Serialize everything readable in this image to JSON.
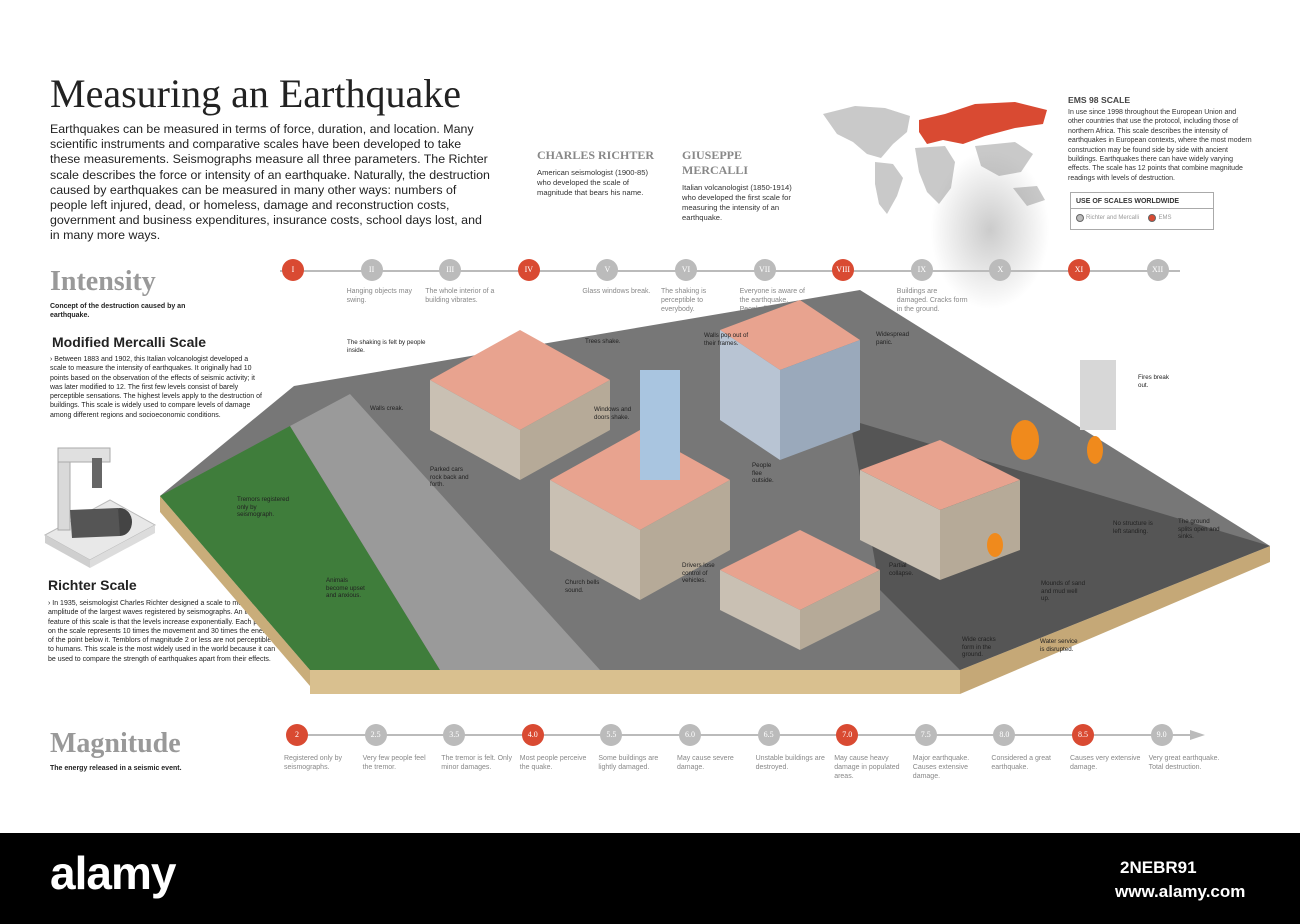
{
  "header": {
    "title": "Measuring an Earthquake",
    "intro": "Earthquakes can be measured in terms of force, duration, and location. Many scientific instruments and comparative scales have been developed to take these measurements. Seismographs measure all three parameters. The Richter scale describes the force or intensity of an earthquake. Naturally, the destruction caused by earthquakes can be measured in many other ways: numbers of people left injured, dead, or homeless, damage and reconstruction costs, government and business expenditures, insurance costs, school days lost, and in many more ways."
  },
  "bios": [
    {
      "name": "CHARLES RICHTER",
      "text": "American seismologist (1900-85) who developed the scale of magnitude that bears his name."
    },
    {
      "name": "GIUSEPPE MERCALLI",
      "text": "Italian volcanologist (1850-1914) who developed the first scale for measuring the intensity of an earthquake."
    }
  ],
  "ems": {
    "heading": "EMS 98 SCALE",
    "text": "In use since 1998 throughout the European Union and other countries that use the protocol, including those of northern Africa. This scale describes the intensity of earthquakes in European contexts, where the most modern construction may be found side by side with ancient buildings. Earthquakes there can have widely varying effects. The scale has 12 points that combine magnitude readings with levels of destruction."
  },
  "map_legend": {
    "heading": "USE OF SCALES WORLDWIDE",
    "items": [
      {
        "label": "Richter and Mercalli",
        "color": "#bbbbbb"
      },
      {
        "label": "EMS",
        "color": "#d94a32"
      }
    ]
  },
  "intensity": {
    "heading": "Intensity",
    "subheading": "Concept of the destruction caused by an earthquake.",
    "levels": [
      {
        "numeral": "I",
        "red": true,
        "desc": ""
      },
      {
        "numeral": "II",
        "red": false,
        "desc": "Hanging objects may swing."
      },
      {
        "numeral": "III",
        "red": false,
        "desc": "The whole interior of a building vibrates."
      },
      {
        "numeral": "IV",
        "red": true,
        "desc": ""
      },
      {
        "numeral": "V",
        "red": false,
        "desc": "Glass windows break."
      },
      {
        "numeral": "VI",
        "red": false,
        "desc": "The shaking is perceptible to everybody."
      },
      {
        "numeral": "VII",
        "red": false,
        "desc": "Everyone is aware of the earthquake. People flee outside."
      },
      {
        "numeral": "VIII",
        "red": true,
        "desc": ""
      },
      {
        "numeral": "IX",
        "red": false,
        "desc": "Buildings are damaged. Cracks form in the ground."
      },
      {
        "numeral": "X",
        "red": false,
        "desc": ""
      },
      {
        "numeral": "XI",
        "red": true,
        "desc": ""
      },
      {
        "numeral": "XII",
        "red": false,
        "desc": ""
      }
    ]
  },
  "mercalli": {
    "heading": "Modified Mercalli Scale",
    "text": "› Between 1883 and 1902, this Italian volcanologist developed a scale to measure the intensity of earthquakes. It originally had 10 points based on the observation of the effects of seismic activity; it was later modified to 12. The first few levels consist of barely perceptible sensations. The highest levels apply to the destruction of buildings. This scale is widely used to compare levels of damage among different regions and socioeconomic conditions."
  },
  "richter": {
    "heading": "Richter Scale",
    "text": "› In 1935, seismologist Charles Richter designed a scale to measure the amplitude of the largest waves registered by seismographs. An important feature of this scale is that the levels increase exponentially. Each point on the scale represents 10 times the movement and 30 times the energy of the point below it. Temblors of magnitude 2 or less are not perceptible to humans. This scale is the most widely used in the world because it can be used to compare the strength of earthquakes apart from their effects."
  },
  "magnitude": {
    "heading": "Magnitude",
    "subheading": "The energy released in a seismic event.",
    "levels": [
      {
        "value": "2",
        "red": true,
        "desc": "Registered only by seismographs."
      },
      {
        "value": "2.5",
        "red": false,
        "desc": "Very few people feel the tremor."
      },
      {
        "value": "3.5",
        "red": false,
        "desc": "The tremor is felt. Only minor damages."
      },
      {
        "value": "4.0",
        "red": true,
        "desc": "Most people perceive the quake."
      },
      {
        "value": "5.5",
        "red": false,
        "desc": "Some buildings are lightly damaged."
      },
      {
        "value": "6.0",
        "red": false,
        "desc": "May cause severe damage."
      },
      {
        "value": "6.5",
        "red": false,
        "desc": "Unstable buildings are destroyed."
      },
      {
        "value": "7.0",
        "red": true,
        "desc": "May cause heavy damage in populated areas."
      },
      {
        "value": "7.5",
        "red": false,
        "desc": "Major earthquake. Causes extensive damage."
      },
      {
        "value": "8.0",
        "red": false,
        "desc": "Considered a great earthquake."
      },
      {
        "value": "8.5",
        "red": true,
        "desc": "Causes very extensive damage."
      },
      {
        "value": "9.0",
        "red": false,
        "desc": "Very great earthquake. Total destruction."
      }
    ]
  },
  "annotations": [
    {
      "id": "shaking-felt",
      "text": "The shaking is felt by people inside."
    },
    {
      "id": "trees-shake",
      "text": "Trees shake."
    },
    {
      "id": "walls-pop",
      "text": "Walls pop out of their frames."
    },
    {
      "id": "widespread-panic",
      "text": "Widespread panic."
    },
    {
      "id": "walls-creak",
      "text": "Walls creak."
    },
    {
      "id": "windows-doors",
      "text": "Windows and doors shake."
    },
    {
      "id": "fires",
      "text": "Fires break out."
    },
    {
      "id": "parked-cars",
      "text": "Parked cars rock back and forth."
    },
    {
      "id": "people-flee",
      "text": "People flee outside."
    },
    {
      "id": "tremors",
      "text": "Tremors registered only by seismograph."
    },
    {
      "id": "no-structure",
      "text": "No structure is left standing."
    },
    {
      "id": "ground-splits",
      "text": "The ground splits open and sinks."
    },
    {
      "id": "partial-collapse",
      "text": "Partial collapse."
    },
    {
      "id": "drivers",
      "text": "Drivers lose control of vehicles."
    },
    {
      "id": "church-bells",
      "text": "Church bells sound."
    },
    {
      "id": "animals",
      "text": "Animals become upset and anxious."
    },
    {
      "id": "mounds",
      "text": "Mounds of sand and mud well up."
    },
    {
      "id": "wide-cracks",
      "text": "Wide cracks form in the ground."
    },
    {
      "id": "water",
      "text": "Water service is disrupted."
    }
  ],
  "footer": {
    "logo": "alamy",
    "image_id": "2NEBR91",
    "site": "www.alamy.com"
  }
}
